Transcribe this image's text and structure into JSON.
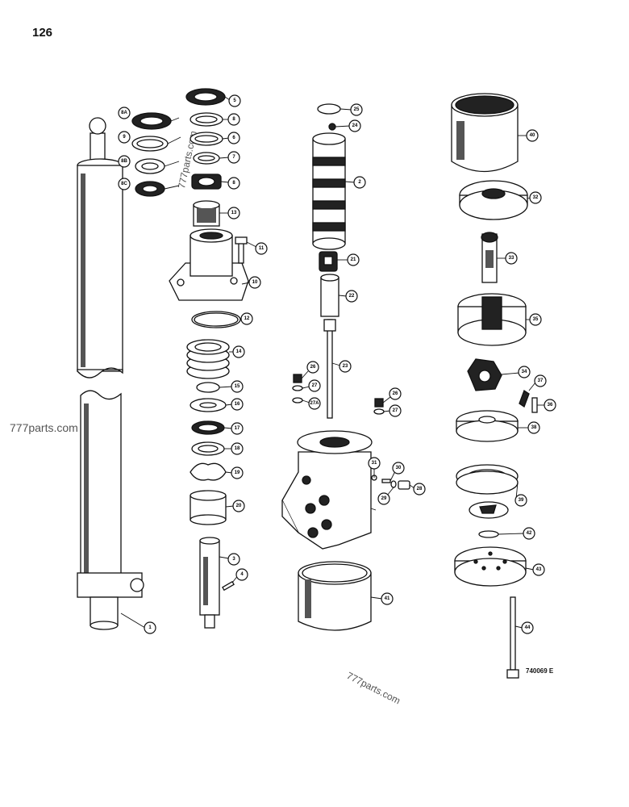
{
  "page_number": "126",
  "figure_code": "740069 E",
  "watermarks": [
    "777parts.com",
    "777parts.com",
    "777parts.com"
  ],
  "callouts": [
    "1",
    "2",
    "3",
    "4",
    "5",
    "6",
    "7",
    "8",
    "8A",
    "8B",
    "8C",
    "9",
    "10",
    "11",
    "12",
    "13",
    "14",
    "15",
    "16",
    "17",
    "18",
    "19",
    "20",
    "21",
    "22",
    "23",
    "24",
    "25",
    "26",
    "26",
    "27",
    "27",
    "27A",
    "28",
    "29",
    "30",
    "31",
    "32",
    "33",
    "34",
    "35",
    "36",
    "37",
    "38",
    "39",
    "40",
    "41",
    "42",
    "43",
    "44"
  ]
}
